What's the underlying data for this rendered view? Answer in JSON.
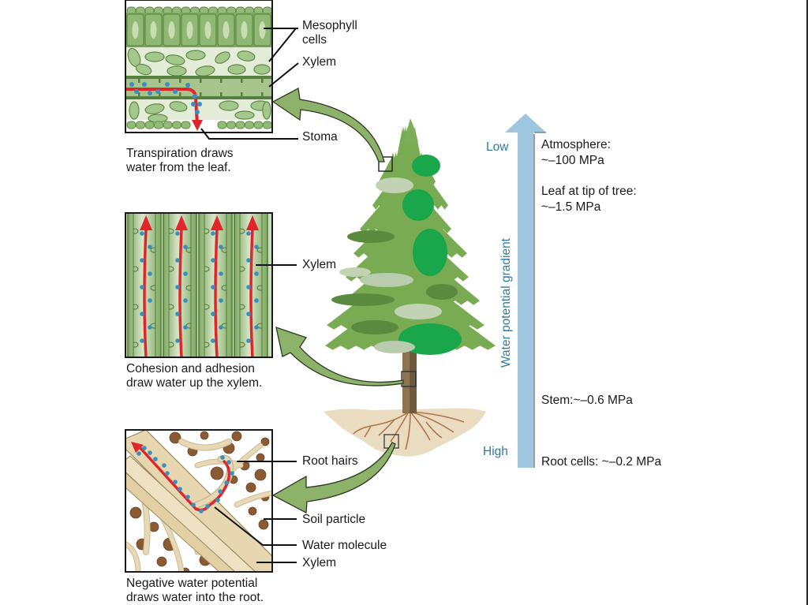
{
  "panels": {
    "leaf": {
      "labels": {
        "mesophyll": [
          "Mesophyll",
          "cells"
        ],
        "xylem": "Xylem",
        "stoma": "Stoma"
      },
      "caption": [
        "Transpiration draws",
        "water from the leaf."
      ]
    },
    "stem": {
      "labels": {
        "xylem": "Xylem"
      },
      "caption": [
        "Cohesion and adhesion",
        "draw water up the xylem."
      ]
    },
    "root": {
      "labels": {
        "root_hairs": "Root hairs",
        "soil_particle": "Soil particle",
        "water_molecule": "Water molecule",
        "xylem": "Xylem"
      },
      "caption": [
        "Negative water potential",
        "draws water into the root."
      ]
    }
  },
  "gradient": {
    "axis_label": "Water potential gradient",
    "low_label": "Low",
    "high_label": "High",
    "values": [
      {
        "location": "Atmosphere:",
        "value": "~–100 MPa"
      },
      {
        "location": "Leaf at tip of tree:",
        "value": "~–1.5 MPa"
      },
      {
        "location": "Stem:",
        "value": "~–0.6 MPa",
        "inline": "Stem:~–0.6 MPa"
      },
      {
        "location": "Root cells:",
        "value": "~–0.2 MPa",
        "inline": "Root cells: ~–0.2 MPa"
      }
    ]
  },
  "colors": {
    "arrow_green": "#8db26a",
    "arrow_outline": "#3a4a2a",
    "gradient_arrow": "#9ec6df",
    "gradient_text": "#2f7aa2",
    "water_path": "#e0262a",
    "water_molecule": "#3a8fc0",
    "leaf_cell": "#8fb874",
    "soil": "#8a5a34",
    "root": "#e7d9b6"
  }
}
